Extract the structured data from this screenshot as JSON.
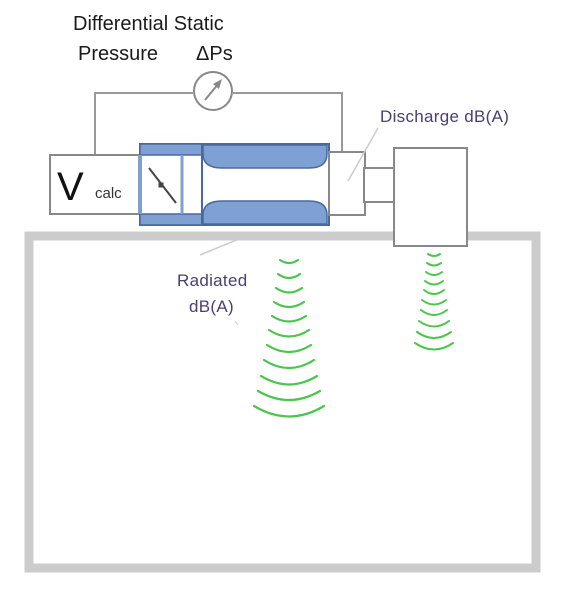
{
  "labels": {
    "differential_title_line1": "Differential Static",
    "differential_title_line2": "Pressure",
    "delta_ps": "ΔPs",
    "discharge": "Discharge dB(A)",
    "radiated_line1": "Radiated",
    "radiated_line2": "dB(A)",
    "v_letter": "V",
    "v_subscript": "calc"
  },
  "colors": {
    "duct_fill": "#7ea0d2",
    "duct_stroke": "#4b68a0",
    "outline": "#999999",
    "room_wall": "#cccccc",
    "sound_wave": "#4cc54c",
    "label_purple": "#4a4070"
  },
  "icons": {
    "gauge": "pressure-gauge-icon",
    "damper": "damper-blade-icon"
  }
}
